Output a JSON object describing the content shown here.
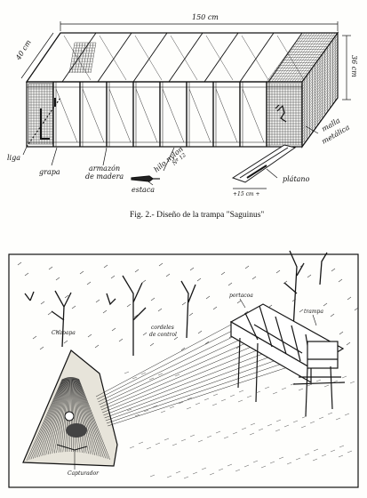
{
  "figure_top": {
    "dimensions": {
      "length": "150 cm",
      "depth": "40 cm",
      "height": "36 cm"
    },
    "labels": {
      "liga": "liga",
      "grapa": "grapa",
      "armazon": "armazón",
      "de_madera": "de madera",
      "hilo_nylon": "hilo nylon",
      "hilo_num": "Nº 12",
      "estaca": "estaca",
      "platano": "plátano",
      "malla": "malla",
      "metalica": "metálica",
      "measure_15": "+15 cm +"
    },
    "caption": "Fig. 2.- Diseño de la trampa \"Saguinus\""
  },
  "figure_bottom": {
    "labels": {
      "chapapa": "Chapapa",
      "cordeles_1": "cordeles",
      "cordeles_2": "de control",
      "portacoa": "portacoa",
      "trampa": "trampa",
      "capturador": "Capturador"
    }
  }
}
